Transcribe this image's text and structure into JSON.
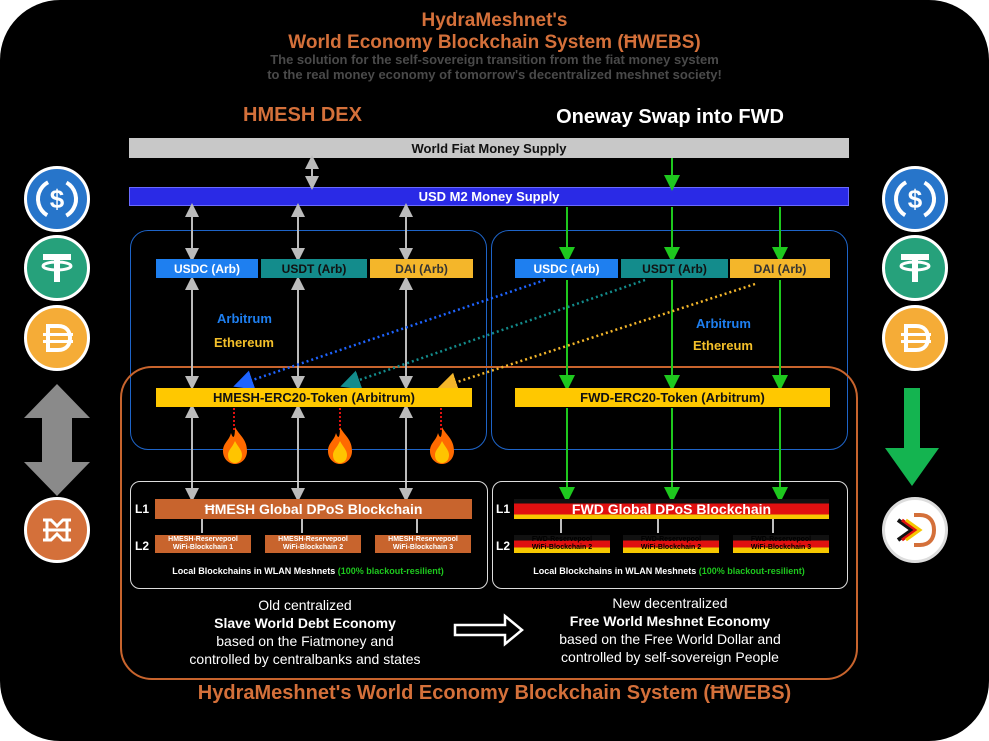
{
  "header": {
    "title_line1": "HydraMeshnet's",
    "title_line2": "World Economy Blockchain System (ĦWEBS)",
    "subtitle_line1": "The solution for the self-sovereign transition from the fiat money system",
    "subtitle_line2": "to the real money economy of tomorrow's decentralized meshnet society!"
  },
  "sections": {
    "left_heading": "HMESH DEX",
    "right_heading": "Oneway Swap into FWD"
  },
  "supply": {
    "fiat": "World Fiat Money Supply",
    "m2": "USD M2 Money Supply"
  },
  "coins": {
    "usdc": "USDC (Arb)",
    "usdt": "USDT (Arb)",
    "dai": "DAI (Arb)"
  },
  "networks": {
    "arbitrum": "Arbitrum",
    "ethereum": "Ethereum"
  },
  "tokens": {
    "hmesh": "HMESH-ERC20-Token (Arbitrum)",
    "fwd": "FWD-ERC20-Token (Arbitrum)"
  },
  "chains": {
    "l1": "L1",
    "l2": "L2",
    "hmesh_chain": "ĦMESH Global DPoS Blockchain",
    "fwd_chain": "FWD Global DPoS Blockchain",
    "hmesh_pools": [
      {
        "line1": "HMESH-Reservepool",
        "line2": "WiFi-Blockchain 1"
      },
      {
        "line1": "HMESH-Reservepool",
        "line2": "WiFi-Blockchain 2"
      },
      {
        "line1": "HMESH-Reservepool",
        "line2": "WiFi-Blockchain 3"
      }
    ],
    "fwd_pools": [
      {
        "line1": "FWD-Reservepool",
        "line2": "WiFi-Blockchain 2"
      },
      {
        "line1": "FWD-Reservepool",
        "line2": "WiFi-Blockchain 2"
      },
      {
        "line1": "FWD-Reservepool",
        "line2": "WiFi-Blockchain 3"
      }
    ],
    "local_label": "Local Blockchains in WLAN Meshnets",
    "local_note": "(100% blackout-resilient)"
  },
  "economy": {
    "old_line1": "Old centralized",
    "old_line2": "Slave World Debt Economy",
    "old_line3": "based on the Fiatmoney and",
    "old_line4": "controlled by centralbanks and states",
    "new_line1": "New decentralized",
    "new_line2": "Free World Meshnet Economy",
    "new_line3": "based on the Free World Dollar and",
    "new_line4": "controlled by self-sovereign People"
  },
  "footer": "HydraMeshnet's World Economy Blockchain System (ĦWEBS)",
  "colors": {
    "orange": "#d4703a",
    "blue": "#2a2ae6",
    "green": "#1ec81e",
    "usdc": "#1e7ff0",
    "usdt": "#138c8c",
    "dai": "#f4b62a",
    "token": "#ffc800"
  },
  "icons": [
    "usdc-icon",
    "tether-icon",
    "dai-icon",
    "hmesh-logo-icon",
    "fwd-logo-icon",
    "fire-icon"
  ]
}
